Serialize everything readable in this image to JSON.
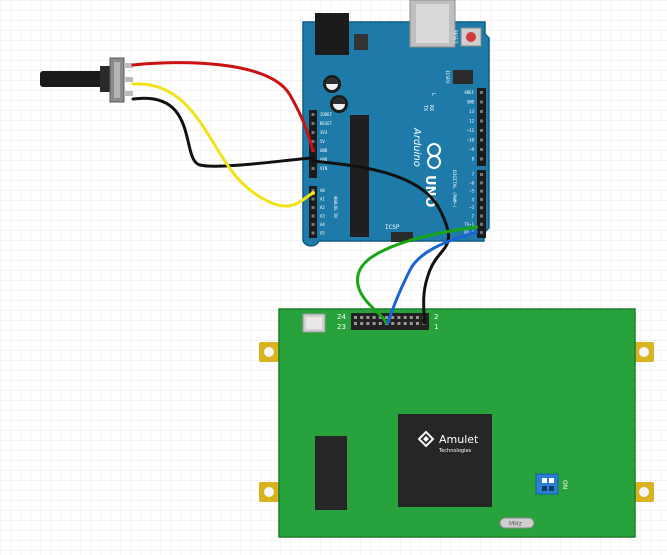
{
  "colors": {
    "background": "#ffffff",
    "grid": "#e6e6e6",
    "arduino_board": "#1e7aa8",
    "arduino_edge": "#0f5f86",
    "amulet_board": "#27a23c",
    "amulet_edge": "#1c7f2b",
    "chip": "#262626",
    "header": "#222222",
    "gold": "#d9b31e",
    "wire_red": "#cc1111",
    "wire_yellow": "#f2e21a",
    "wire_black": "#111111",
    "wire_green": "#16a616",
    "wire_blue": "#1c63d6"
  },
  "arduino": {
    "brand": "Arduino",
    "model": "UNO",
    "reset_label": "RESET",
    "icsp_label": "ICSP",
    "icsp2_label": "ICSP2",
    "tx_label": "TX",
    "rx_label": "RX",
    "l_label": "L",
    "digital_label": "DIGITAL (PWM~)",
    "analog_label": "ANALOG IN",
    "power_pins": [
      "IOREF",
      "RESET",
      "3V3",
      "5V",
      "GND",
      "GND",
      "VIN"
    ],
    "analog_pins": [
      "A0",
      "A1",
      "A2",
      "A3",
      "A4",
      "A5"
    ],
    "top_pins": [
      "AREF",
      "GND",
      "13",
      "12",
      "~11",
      "~10",
      "~9",
      "8"
    ],
    "lower_pins": [
      "7",
      "~6",
      "~5",
      "4",
      "~3",
      "2",
      "TX→1",
      "RX←0"
    ]
  },
  "amulet_board": {
    "logo_name": "Amulet",
    "logo_sub": "Technologies",
    "header_labels": [
      "24",
      "23",
      "2",
      "1"
    ],
    "dip_label": "ON",
    "crystal_label": "MHz"
  }
}
